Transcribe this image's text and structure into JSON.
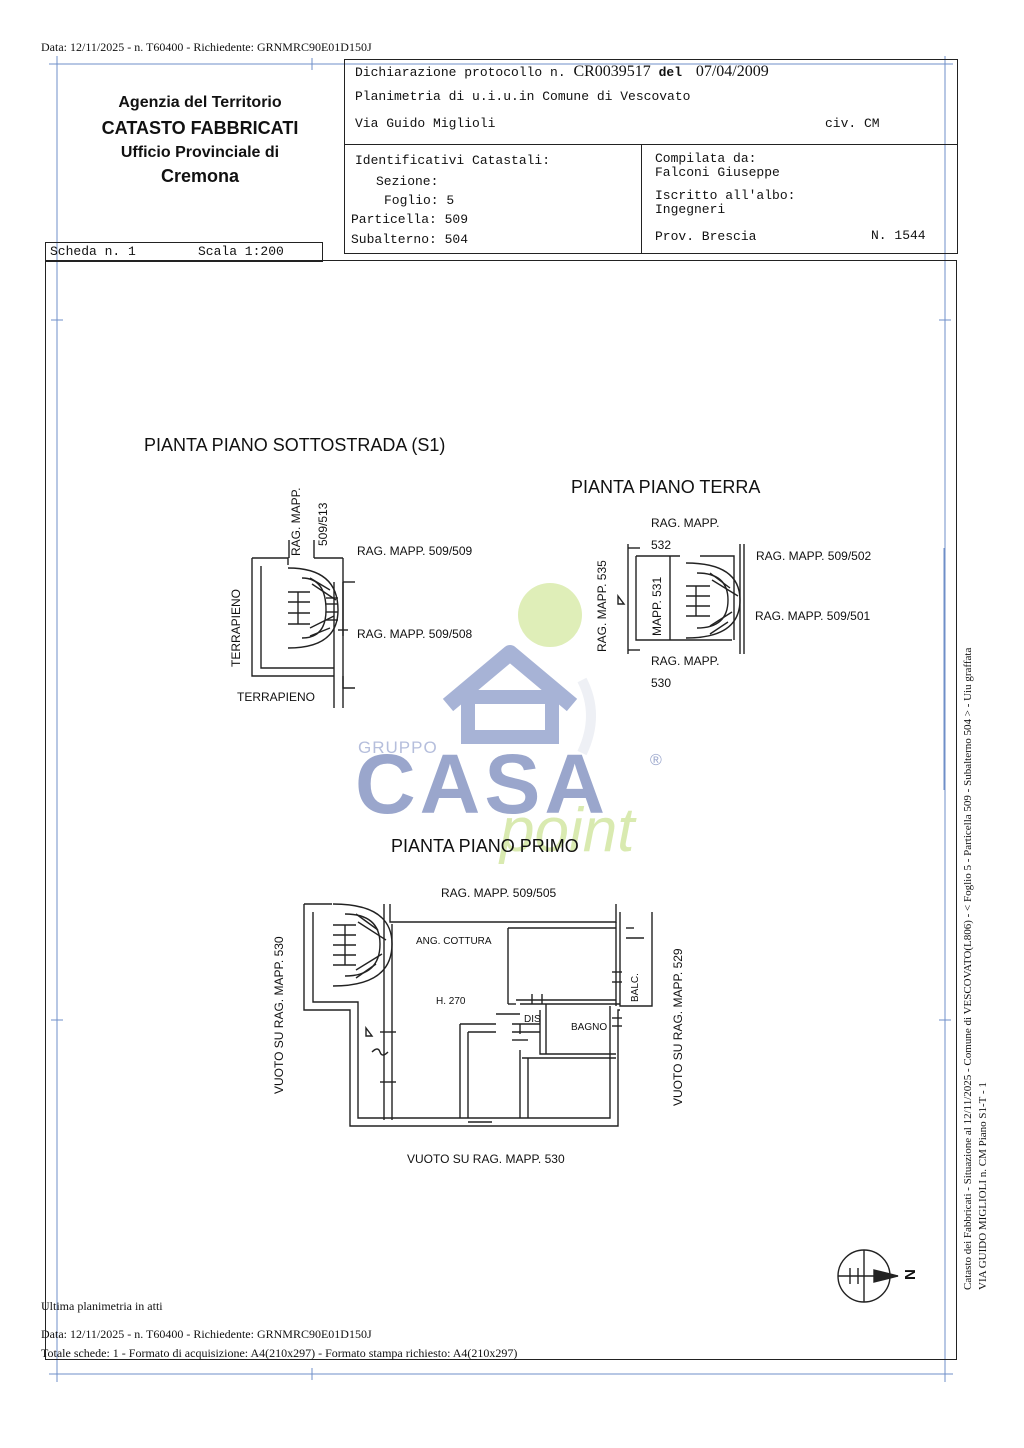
{
  "top_line": "Data: 12/11/2025 - n. T60400 - Richiedente: GRNMRC90E01D150J",
  "agency": {
    "line1": "Agenzia del Territorio",
    "line2": "CATASTO FABBRICATI",
    "line3": "Ufficio Provinciale di",
    "line4": "Cremona"
  },
  "declaration": {
    "label": "Dichiarazione protocollo n.",
    "number": "CR0039517",
    "del_label": "del",
    "date": "07/04/2009",
    "planimetria": "Planimetria di u.i.u.in Comune di Vescovato",
    "address": "Via Guido Miglioli",
    "civ": "civ. CM"
  },
  "identificativi": {
    "title": "Identificativi Catastali:",
    "sezione": "Sezione:",
    "foglio": "Foglio: 5",
    "particella": "Particella: 509",
    "subalterno": "Subalterno: 504"
  },
  "compilata": {
    "label": "Compilata da:",
    "name": "Falconi Giuseppe",
    "iscritto": "Iscritto all'albo:",
    "albo": "Ingegneri",
    "prov": "Prov. Brescia",
    "numero": "N.  1544"
  },
  "scheda": {
    "label": "Scheda n. 1",
    "scala": "Scala 1:200"
  },
  "plans": {
    "s1": {
      "title": "PIANTA PIANO SOTTOSTRADA (S1)",
      "rag_v1": "RAG. MAPP.",
      "rag_v2": "509/513",
      "rag_509": "RAG. MAPP. 509/509",
      "rag_508": "RAG. MAPP. 509/508",
      "terrapieno_v": "TERRAPIENO",
      "terrapieno_h": "TERRAPIENO"
    },
    "terra": {
      "title": "PIANTA PIANO TERRA",
      "rag_532a": "RAG. MAPP.",
      "rag_532b": "532",
      "rag_502": "RAG. MAPP. 509/502",
      "rag_501": "RAG. MAPP. 509/501",
      "rag_535": "RAG. MAPP. 535",
      "mapp_531": "MAPP. 531",
      "rag_530a": "RAG. MAPP.",
      "rag_530b": "530"
    },
    "primo": {
      "title": "PIANTA PIANO PRIMO",
      "rag_505": "RAG. MAPP. 509/505",
      "ang_cottura": "ANG. COTTURA",
      "h270": "H. 270",
      "dis": "DIS",
      "bagno": "BAGNO",
      "balc": "BALC.",
      "vuoto_530_v": "VUOTO SU RAG. MAPP. 530",
      "vuoto_529_v": "VUOTO SU RAG. MAPP. 529",
      "vuoto_530_h": "VUOTO SU RAG. MAPP. 530"
    }
  },
  "watermark": {
    "gruppo": "GRUPPO",
    "casa": "CASA",
    "point": "point",
    "reg": "®"
  },
  "compass": {
    "north": "N"
  },
  "side_text": {
    "line1": "Catasto dei Fabbricati - Situazione al 12/11/2025 - Comune di VESCOVATO(L806) - <  Foglio 5 - Particella  509 - Subalterno 504 > - Uiu graffata",
    "line2": "VIA GUIDO MIGLIOLI n. CM Piano S1-T - 1"
  },
  "footer": {
    "ultima": "Ultima planimetria in atti",
    "data": "Data: 12/11/2025 - n. T60400 - Richiedente: GRNMRC90E01D150J",
    "totale": "Totale schede: 1 - Formato di acquisizione: A4(210x297)  - Formato stampa richiesto: A4(210x297)"
  },
  "colors": {
    "frame_blue": "#6f8fc8",
    "watermark_blue": "#9aa6cc",
    "watermark_green": "#d9eab0"
  }
}
